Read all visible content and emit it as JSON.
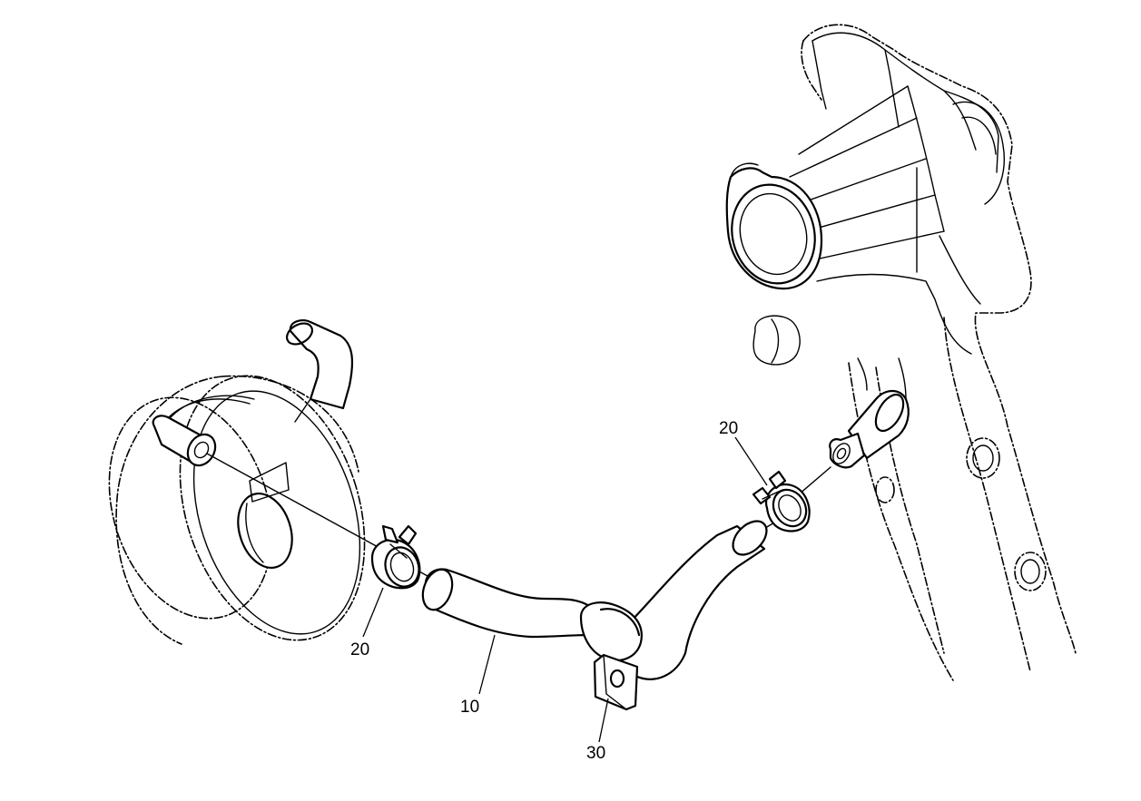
{
  "callouts": [
    {
      "id": "hose",
      "label": "10"
    },
    {
      "id": "clip-left",
      "label": "20"
    },
    {
      "id": "clip-right",
      "label": "20"
    },
    {
      "id": "bracket",
      "label": "30"
    }
  ]
}
